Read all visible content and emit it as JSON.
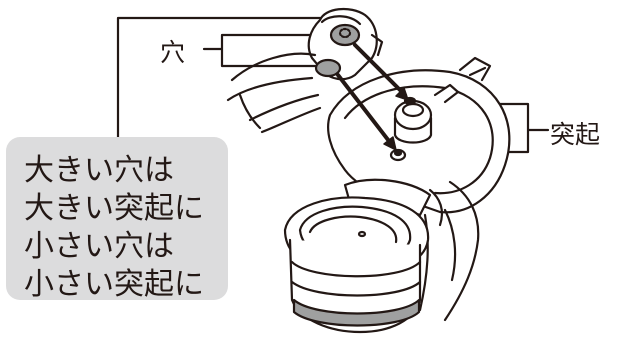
{
  "labels": {
    "hole": "穴",
    "boss": "突起"
  },
  "note": {
    "lines": [
      "大きい穴は",
      "大きい突起に",
      "小さい穴は",
      "小さい突起に"
    ]
  },
  "colors": {
    "line": "#231815",
    "note_box": "#dcdcdd",
    "gasket_gray": "#9fa0a0",
    "background": "#ffffff"
  }
}
